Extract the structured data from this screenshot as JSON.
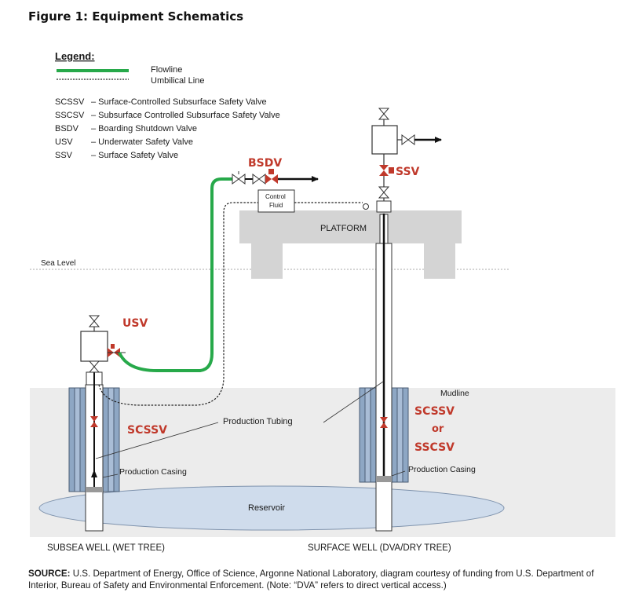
{
  "figure": {
    "title": "Figure 1: Equipment Schematics"
  },
  "legend": {
    "heading": "Legend:",
    "lines": [
      {
        "label": "Flowline",
        "color": "#27a94a",
        "style": "solid"
      },
      {
        "label": "Umbilical Line",
        "color": "#222222",
        "style": "dashed"
      }
    ],
    "abbreviations": [
      {
        "abbr": "SCSSV",
        "desc": "– Surface-Controlled Subsurface Safety Valve"
      },
      {
        "abbr": "SSCSV",
        "desc": "– Subsurface Controlled Subsurface Safety Valve"
      },
      {
        "abbr": "BSDV",
        "desc": "– Boarding Shutdown Valve"
      },
      {
        "abbr": "USV",
        "desc": "– Underwater Safety Valve"
      },
      {
        "abbr": "SSV",
        "desc": "– Surface Safety Valve"
      }
    ]
  },
  "labels": {
    "sea_level": "Sea Level",
    "platform": "PLATFORM",
    "control_fluid_1": "Control",
    "control_fluid_2": "Fluid",
    "mudline": "Mudline",
    "production_tubing": "Production Tubing",
    "production_casing_left": "Production Casing",
    "production_casing_right": "Production Casing",
    "reservoir": "Reservoir",
    "subsea_well": "SUBSEA WELL (WET TREE)",
    "surface_well": "SURFACE WELL (DVA/DRY TREE)"
  },
  "valves": {
    "bsdv": "BSDV",
    "ssv": "SSV",
    "usv": "USV",
    "scssv_left": "SCSSV",
    "scssv_right": "SCSSV",
    "or": "or",
    "sscsv_right": "SSCSV"
  },
  "colors": {
    "valve_red": "#c0392b",
    "flowline_green": "#27a94a",
    "platform_gray": "#d4d4d4",
    "seabed_gray": "#ececec",
    "casing_blue": "#8ea7c4",
    "reservoir_blue": "#cfdcec"
  },
  "source": {
    "label": "SOURCE:",
    "text": " U.S. Department of Energy, Office of Science, Argonne National Laboratory, diagram courtesy of funding from U.S. Department of Interior, Bureau of Safety and Environmental Enforcement. (Note: “DVA” refers to direct vertical access.)"
  }
}
